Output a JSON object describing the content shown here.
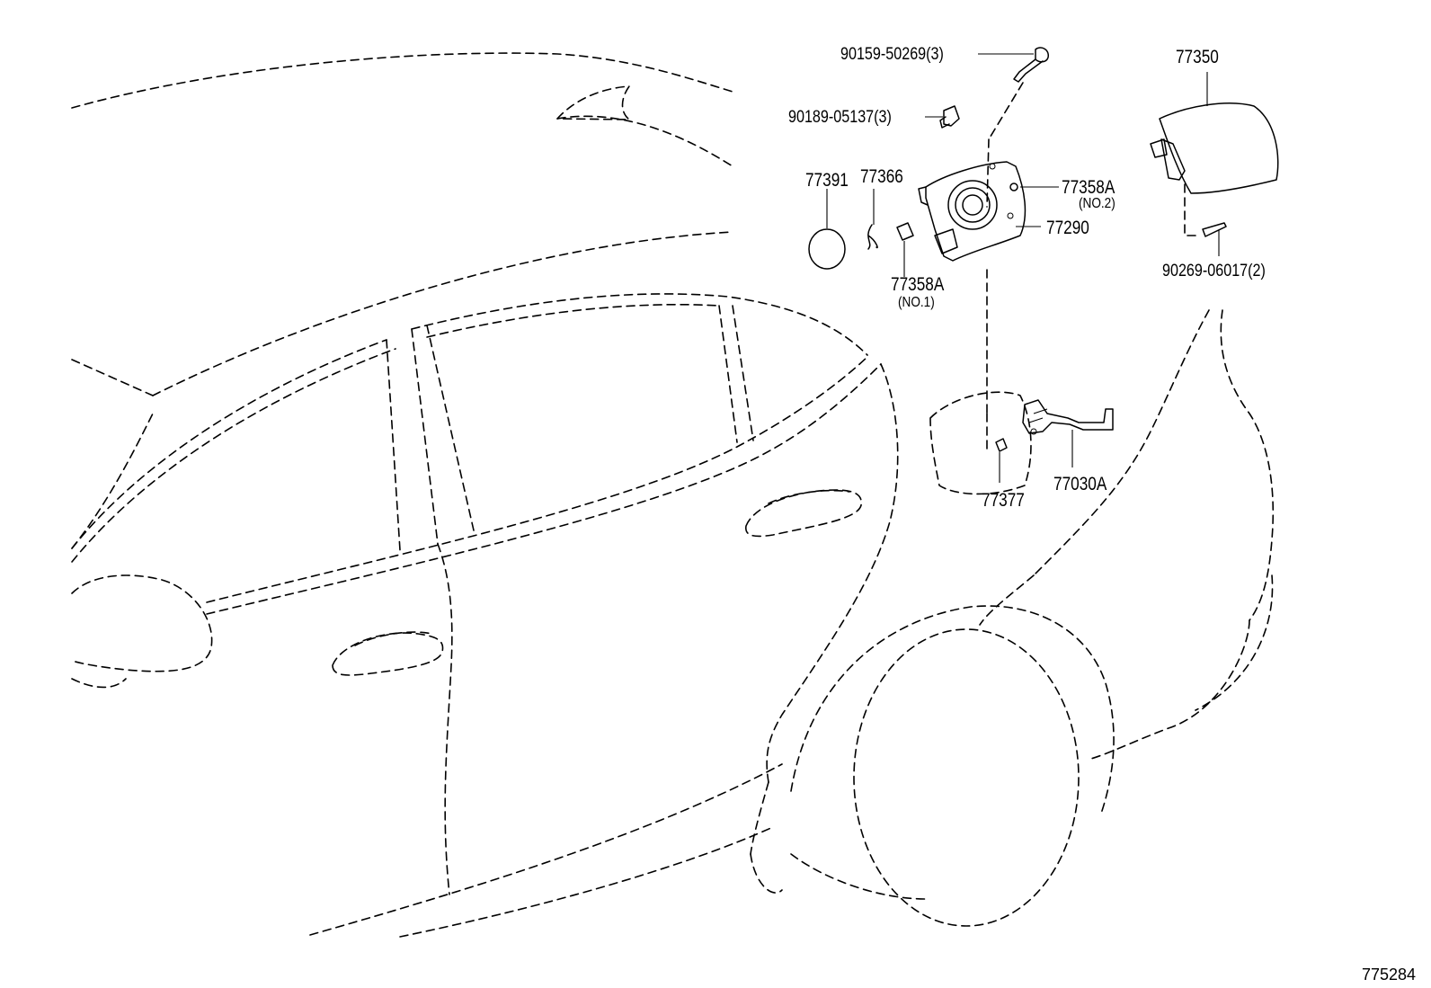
{
  "diagram": {
    "parts": {
      "p90159": "90159-50269(3)",
      "p90189": "90189-05137(3)",
      "p77350": "77350",
      "p77391": "77391",
      "p77366": "77366",
      "p77358a_no2": "77358A",
      "p77358a_no2_note": "(NO.2)",
      "p77290": "77290",
      "p90269": "90269-06017(2)",
      "p77358a_no1": "77358A",
      "p77358a_no1_note": "(NO.1)",
      "p77377": "77377",
      "p77030a": "77030A"
    },
    "diagram_id": "775284"
  }
}
